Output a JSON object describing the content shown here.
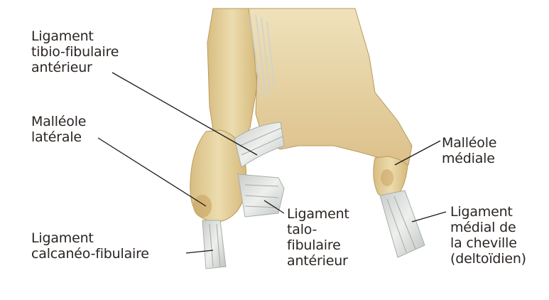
{
  "labels": {
    "tibiofibular_anterior": [
      "Ligament",
      "tibio-fibulaire",
      "antérieur"
    ],
    "lateral_malleolus": [
      "Malléole",
      "latérale"
    ],
    "calcaneofibular": [
      "Ligament",
      "calcanéo-fibulaire"
    ],
    "talofibular_anterior": [
      "Ligament",
      "talo-",
      "fibulaire",
      "antérieur"
    ],
    "medial_malleolus": [
      "Malléole",
      "médiale"
    ],
    "medial_ligament": [
      "Ligament",
      "médial de",
      "la cheville",
      "(deltoïdien)"
    ]
  },
  "colors": {
    "bone": "#e8d4a0",
    "bone_shadow": "#c9a96a",
    "ligament": "#d9dcd9",
    "leader_line": "#1a1a1a",
    "text": "#2a2522",
    "background": "#ffffff"
  }
}
